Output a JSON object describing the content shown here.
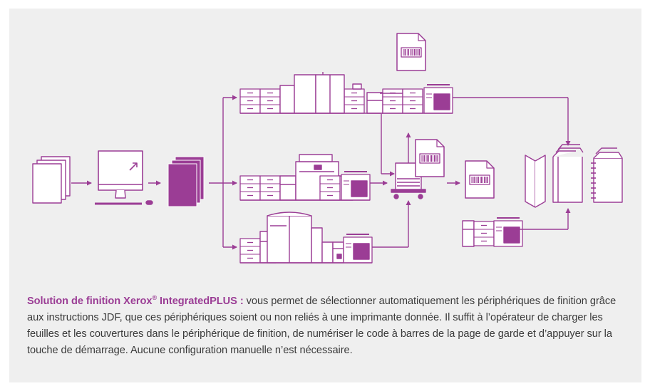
{
  "colors": {
    "accent": "#9b3d95",
    "panel_background": "#efefef",
    "body_text": "#3a3a3a"
  },
  "diagram": {
    "nodes": [
      {
        "id": "source-documents",
        "icon": "document-stack-icon"
      },
      {
        "id": "workstation",
        "icon": "computer-monitor-icon"
      },
      {
        "id": "print-job",
        "icon": "filled-document-stack-icon"
      },
      {
        "id": "production-printer-top",
        "icon": "production-printer-icon"
      },
      {
        "id": "production-printer-middle",
        "icon": "production-printer-icon"
      },
      {
        "id": "production-printer-bottom",
        "icon": "production-printer-icon"
      },
      {
        "id": "barcode-sheet-top",
        "icon": "barcode-document-icon"
      },
      {
        "id": "scanner-cart",
        "icon": "barcode-scanner-cart-icon"
      },
      {
        "id": "barcode-sheet-scanner",
        "icon": "barcode-document-icon"
      },
      {
        "id": "barcode-sheet-output",
        "icon": "barcode-document-icon"
      },
      {
        "id": "inline-finisher",
        "icon": "finishing-device-icon"
      },
      {
        "id": "folded-booklet",
        "icon": "folded-booklet-icon"
      },
      {
        "id": "open-book",
        "icon": "open-book-icon"
      },
      {
        "id": "spiral-book",
        "icon": "spiral-bound-book-icon"
      }
    ]
  },
  "caption": {
    "lead_text": "Solution de finition Xerox",
    "registered_mark": "®",
    "lead_text_2": " IntegratedPLUS :",
    "body": " vous permet de sélectionner automatiquement les périphériques de finition grâce aux instructions JDF, que ces périphériques soient ou non reliés à une imprimante donnée. Il suffit à l’opérateur de charger les feuilles et les couvertures dans le périphérique de finition, de numériser le code à barres de la page de garde et d’appuyer sur la touche de démarrage. Aucune configuration manuelle n’est nécessaire."
  }
}
